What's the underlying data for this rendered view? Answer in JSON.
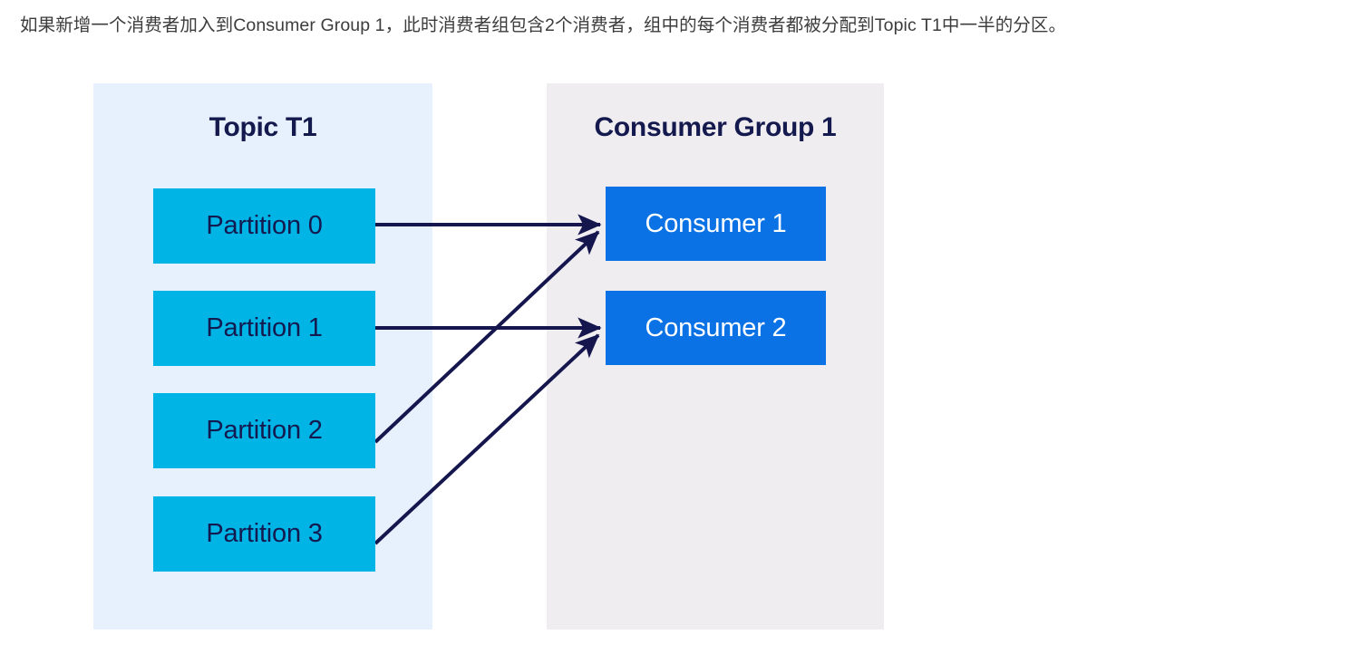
{
  "caption": {
    "text": "如果新增一个消费者加入到Consumer Group 1，此时消费者组包含2个消费者，组中的每个消费者都被分配到Topic T1中一半的分区。"
  },
  "diagram": {
    "title": "Kafka consumer group partition assignment",
    "colors": {
      "topic_panel_bg": "#e7f1fd",
      "group_panel_bg": "#f0edf1",
      "partition_fill": "#00b4e6",
      "partition_text": "#131a4f",
      "consumer_fill": "#0b72e6",
      "consumer_text": "#ffffff",
      "heading_text": "#151a4e",
      "arrow": "#16164f",
      "caption_text": "#3c3c3c"
    },
    "topic_panel": {
      "heading": "Topic T1",
      "partitions": [
        {
          "label": "Partition 0"
        },
        {
          "label": "Partition 1"
        },
        {
          "label": "Partition 2"
        },
        {
          "label": "Partition 3"
        }
      ]
    },
    "group_panel": {
      "heading": "Consumer Group 1",
      "consumers": [
        {
          "label": "Consumer 1"
        },
        {
          "label": "Consumer 2"
        }
      ]
    },
    "edges": [
      {
        "from": "Partition 0",
        "to": "Consumer 1",
        "shape": "horizontal"
      },
      {
        "from": "Partition 1",
        "to": "Consumer 2",
        "shape": "horizontal"
      },
      {
        "from": "Partition 2",
        "to": "Consumer 1",
        "shape": "diagonal-up"
      },
      {
        "from": "Partition 3",
        "to": "Consumer 2",
        "shape": "diagonal-up"
      }
    ]
  }
}
